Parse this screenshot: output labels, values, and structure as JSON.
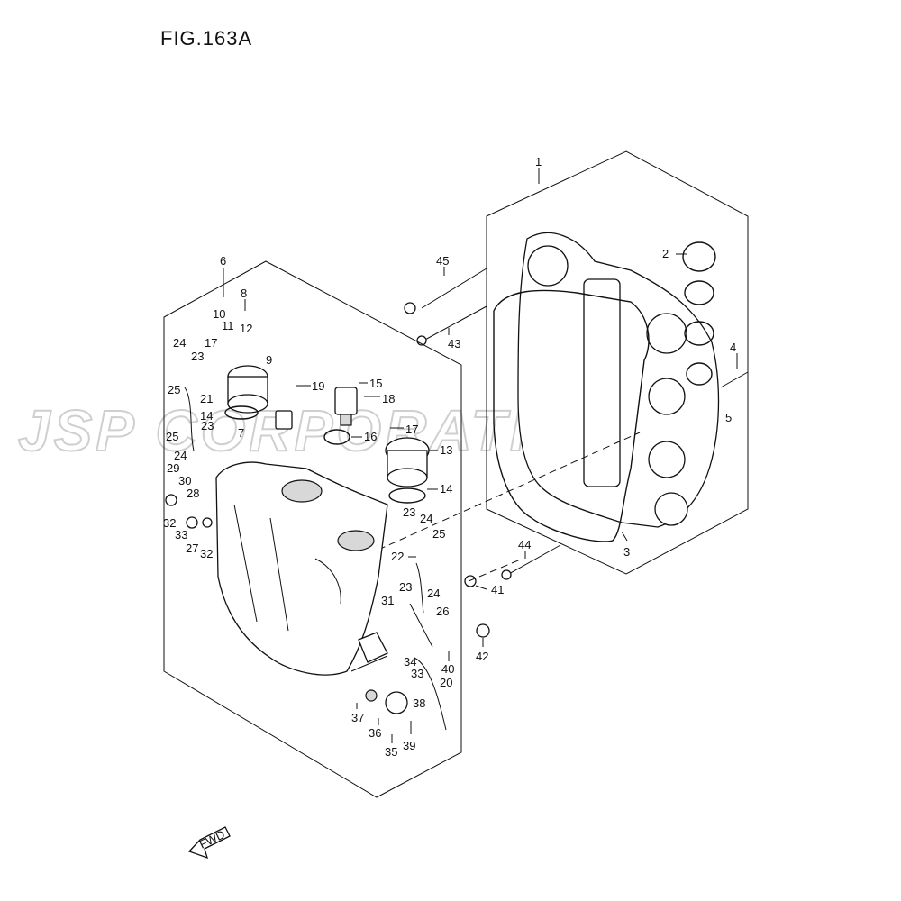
{
  "figure": {
    "title": "FIG.163A"
  },
  "watermark": "JSP CORPORATION",
  "fwd_label": "FWD",
  "callouts": [
    "1",
    "2",
    "3",
    "4",
    "5",
    "6",
    "7",
    "8",
    "9",
    "10",
    "11",
    "12",
    "13",
    "14",
    "14",
    "15",
    "16",
    "17",
    "17",
    "18",
    "19",
    "20",
    "21",
    "22",
    "23",
    "23",
    "23",
    "23",
    "24",
    "24",
    "24",
    "24",
    "25",
    "25",
    "25",
    "26",
    "27",
    "28",
    "29",
    "30",
    "31",
    "32",
    "32",
    "33",
    "33",
    "34",
    "35",
    "36",
    "37",
    "38",
    "39",
    "40",
    "41",
    "42",
    "43",
    "44",
    "45"
  ]
}
